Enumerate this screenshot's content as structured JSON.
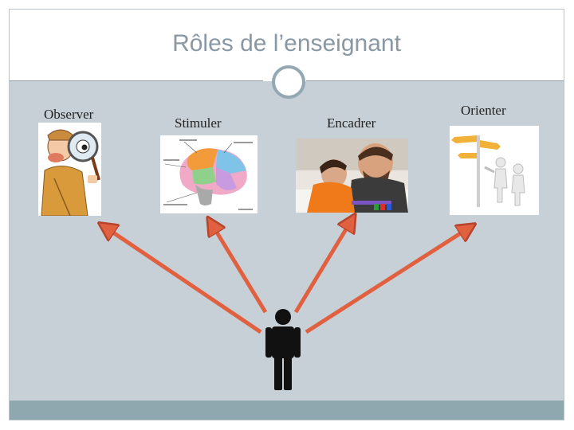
{
  "slide": {
    "title": "Rôles de l’enseignant",
    "roles": [
      {
        "label": "Observer"
      },
      {
        "label": "Stimuler"
      },
      {
        "label": "Encadrer"
      },
      {
        "label": "Orienter"
      }
    ]
  },
  "colors": {
    "arrow": "#e06040",
    "arrow_outline": "#b5452c",
    "figure": "#111111",
    "background": "#c7d0d6",
    "footer": "#8fa7ae"
  },
  "icons": [
    "detective-icon",
    "brain-icon",
    "tutoring-photo",
    "signpost-icon",
    "person-icon"
  ]
}
